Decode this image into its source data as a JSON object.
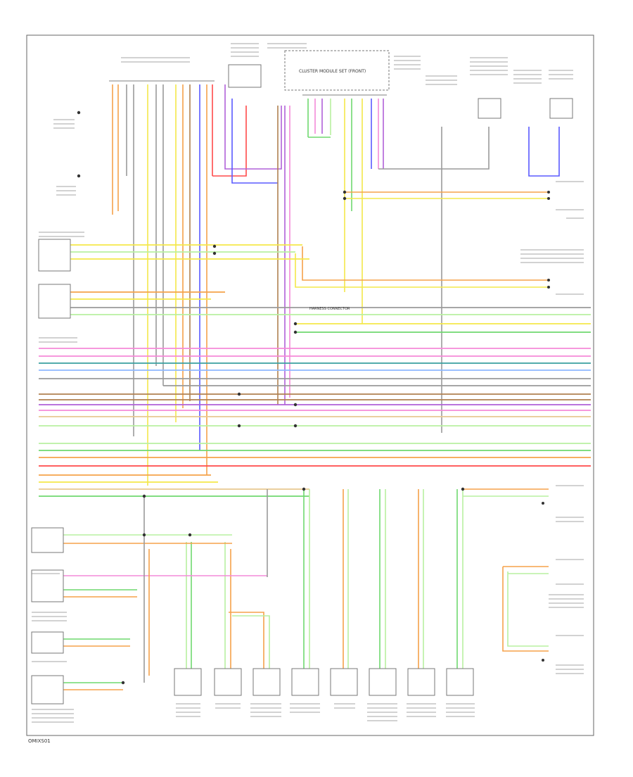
{
  "diagram": {
    "footer_code": "OMIXS01",
    "center_box_label": "CLUSTER MODULE SET (FRONT)",
    "main_harness_label": "HARNESS CONNECTOR",
    "colors": {
      "frame": "#555555",
      "orange": "#f5a24a",
      "yellow": "#f4e84a",
      "green": "#6fd86f",
      "light_green": "#b8f0a0",
      "pink": "#f48ad8",
      "violet": "#b060d8",
      "blue": "#5a5aff",
      "red": "#ff4a4a",
      "brown": "#b08050",
      "gray": "#9a9a9a",
      "teal": "#3aa0a0",
      "tan": "#e8c890",
      "light_blue": "#8fb8ff"
    }
  }
}
